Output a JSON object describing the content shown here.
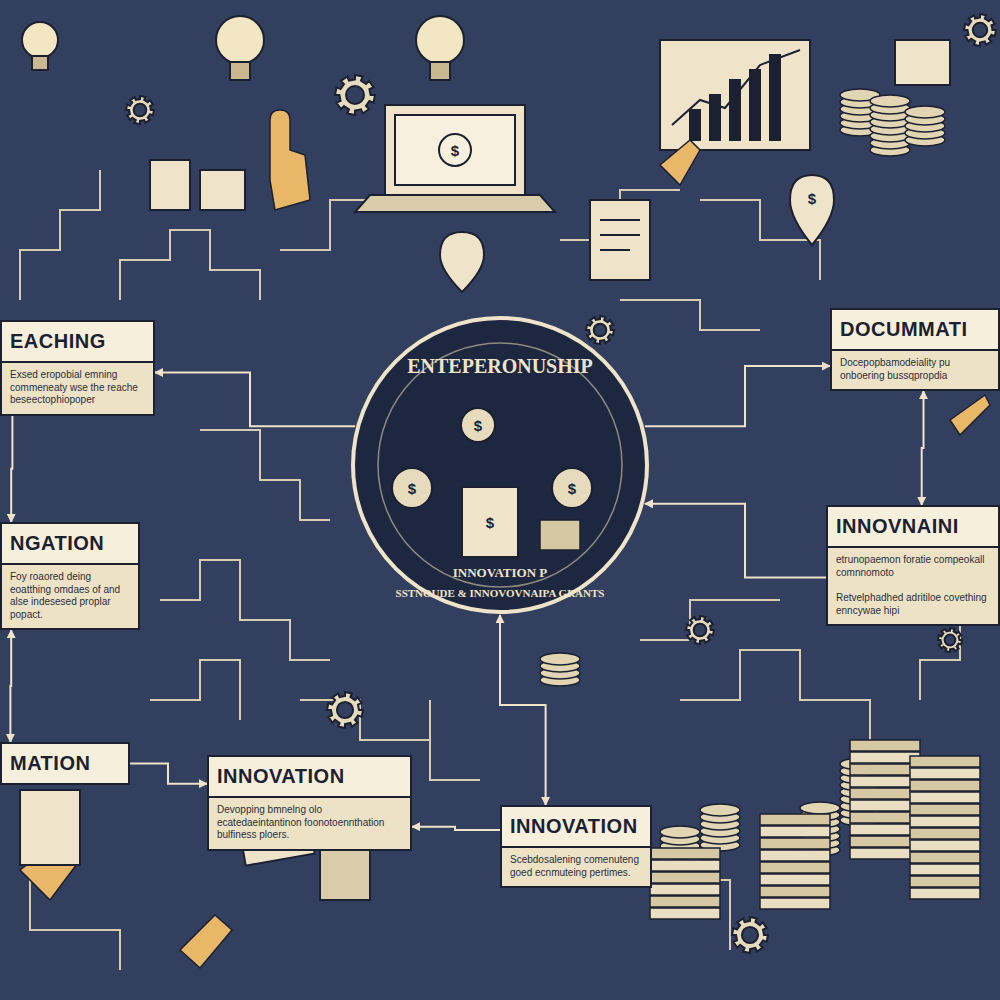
{
  "diagram": {
    "nodes": [
      {
        "text": [
          "EACHING",
          "Exsed eropobial emning commeneaty wse the reache beseectophiopoper"
        ]
      },
      {
        "text": [
          "NGATION",
          "Foy roaored deing eoatthing omdaes of and alse indesesed proplar popact."
        ]
      },
      {
        "text": [
          "MATION"
        ]
      },
      {
        "text": [
          "INNOVATION",
          "Devopping bmnelng olo ecatedaeintantinon foonotoennthation bulfiness ploers."
        ]
      },
      {
        "text": [
          "INNOVATION",
          "Scebdosalening comenuteng goed ecnmuteing pertimes."
        ]
      },
      {
        "text": [
          "DOCUMMATI",
          "Docepopbamodeiality pu onboering bussqpropdia"
        ]
      },
      {
        "text": [
          "INNOVNAINI",
          "etrunopaemon foratie compeokall comnnomoto",
          "Retvelphadhed adritiloe covething enncywae hipi"
        ]
      },
      {
        "text": [
          "ENTEPERONUSHIP",
          "INNOVATION P",
          "SSTNOUDE & INNOVOVNAIPA GRANTS"
        ]
      }
    ],
    "edges": [
      {
        "from": 0,
        "to": 1,
        "arrow": "to"
      },
      {
        "from": 1,
        "to": 2,
        "arrow": "both"
      },
      {
        "from": 2,
        "to": 3,
        "arrow": "to"
      },
      {
        "from": 4,
        "to": 3,
        "arrow": "to"
      },
      {
        "from": 7,
        "to": 4,
        "arrow": "both"
      },
      {
        "from": 7,
        "to": 0,
        "arrow": "to"
      },
      {
        "from": 7,
        "to": 5,
        "arrow": "to"
      },
      {
        "from": 6,
        "to": 7,
        "arrow": "to"
      },
      {
        "from": 5,
        "to": 6,
        "arrow": "both"
      }
    ],
    "labels": [
      "$",
      "$",
      "$",
      "$",
      "$",
      "$"
    ]
  }
}
